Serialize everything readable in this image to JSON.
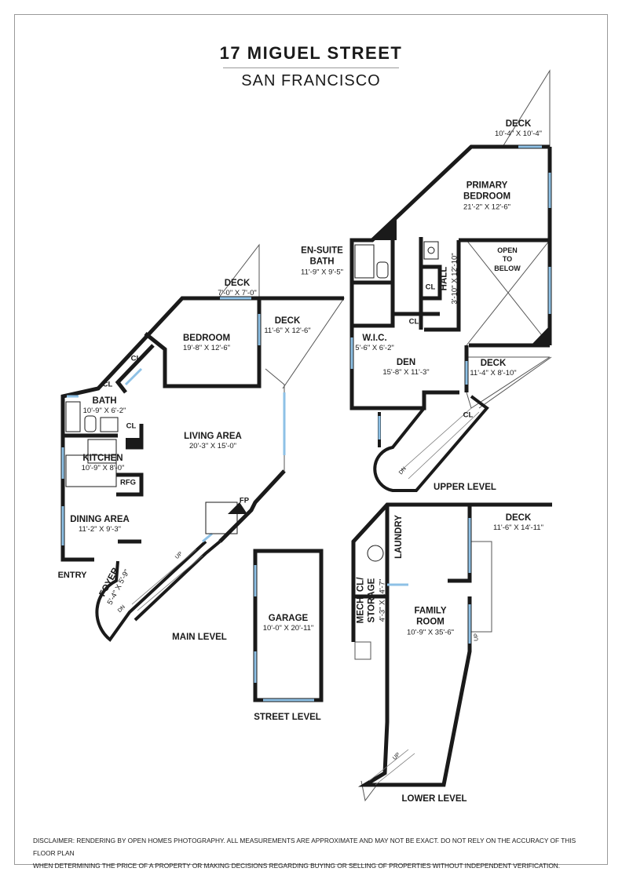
{
  "header": {
    "address": "17 MIGUEL STREET",
    "city": "SAN FRANCISCO"
  },
  "colors": {
    "wall": "#1a1a1a",
    "window": "#8ec1e6",
    "rule": "#9a9a9a"
  },
  "rooms": {
    "deck_primary": {
      "name": "DECK",
      "dims": "10'-4\" X 10'-4\""
    },
    "primary_bedroom": {
      "name_line1": "PRIMARY",
      "name_line2": "BEDROOM",
      "dims": "21'-2\" X 12'-6\""
    },
    "open_to_below": {
      "line1": "OPEN",
      "line2": "TO",
      "line3": "BELOW"
    },
    "ensuite_bath": {
      "name_line1": "EN-SUITE",
      "name_line2": "BATH",
      "dims": "11'-9\" X 9'-5\""
    },
    "hall": {
      "name": "HALL",
      "dims": "3'-10\" X 12'-10\""
    },
    "wic": {
      "name": "W.I.C.",
      "dims": "5'-6\" X 6'-2\""
    },
    "den": {
      "name": "DEN",
      "dims": "15'-8\" X 11'-3\""
    },
    "deck_den": {
      "name": "DECK",
      "dims": "11'-4\" X 8'-10\""
    },
    "deck_small": {
      "name": "DECK",
      "dims": "7'-0\" X 7'-0\""
    },
    "deck_bedroom": {
      "name": "DECK",
      "dims": "11'-6\" X 12'-6\""
    },
    "bedroom": {
      "name": "BEDROOM",
      "dims": "19'-8\" X 12'-6\""
    },
    "bath": {
      "name": "BATH",
      "dims": "10'-9\" X 6'-2\""
    },
    "living_area": {
      "name": "LIVING AREA",
      "dims": "20'-3\" X 15'-0\""
    },
    "kitchen": {
      "name": "KITCHEN",
      "dims": "10'-9\" X 8'-0\""
    },
    "dining_area": {
      "name": "DINING AREA",
      "dims": "11'-2\" X 9'-3\""
    },
    "foyer": {
      "name": "FOYER",
      "dims": "5'-4\" X 5'-9\""
    },
    "garage": {
      "name": "GARAGE",
      "dims": "10'-0\" X 20'-11\""
    },
    "laundry": {
      "name": "LAUNDRY"
    },
    "mech_storage": {
      "name_line1": "MECH. CL/",
      "name_line2": "STORAGE",
      "dims": "4'-3\" X 14'-7\""
    },
    "family_room": {
      "name_line1": "FAMILY",
      "name_line2": "ROOM",
      "dims": "10'-9\" X 35'-6\""
    },
    "deck_lower": {
      "name": "DECK",
      "dims": "11'-6\" X 14'-11\""
    }
  },
  "fixtures": {
    "closet": "CL",
    "refrigerator": "RFG",
    "fireplace": "FP",
    "entry": "ENTRY",
    "up": "UP",
    "down": "DN"
  },
  "levels": {
    "upper": "UPPER LEVEL",
    "main": "MAIN LEVEL",
    "street": "STREET LEVEL",
    "lower": "LOWER LEVEL"
  },
  "disclaimer": {
    "line1": "DISCLAIMER: RENDERING BY OPEN HOMES PHOTOGRAPHY. ALL MEASUREMENTS ARE APPROXIMATE AND MAY NOT BE EXACT. DO NOT RELY ON THE ACCURACY OF THIS FLOOR PLAN",
    "line2": "WHEN DETERMINING THE PRICE OF A PROPERTY OR MAKING DECISIONS REGARDING BUYING OR SELLING OF PROPERTIES WITHOUT INDEPENDENT VERIFICATION."
  }
}
